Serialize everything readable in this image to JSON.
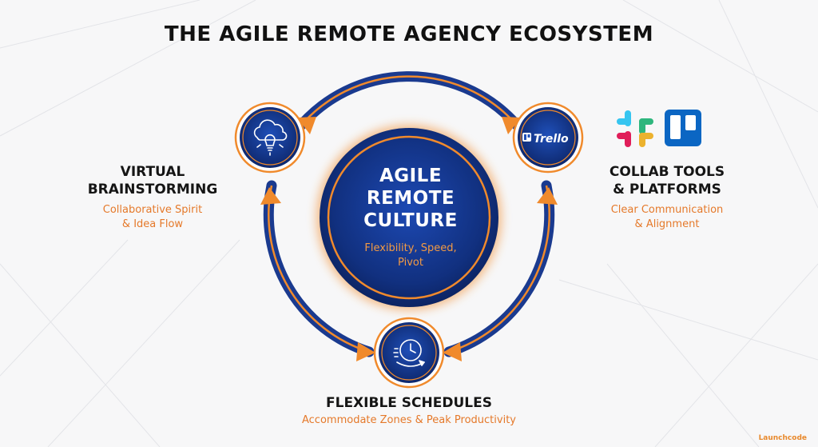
{
  "title": "THE AGILE REMOTE AGENCY ECOSYSTEM",
  "center": {
    "lines": [
      "AGILE",
      "REMOTE",
      "CULTURE"
    ],
    "subtitle": "Flexibility, Speed, Pivot"
  },
  "nodes": {
    "left": {
      "heading_lines": [
        "VIRTUAL",
        "BRAINSTORMING"
      ],
      "sub_lines": [
        "Collaborative Spirit",
        "& Idea Flow"
      ],
      "icon": "cloud-lightbulb-icon"
    },
    "right": {
      "heading_lines": [
        "COLLAB TOOLS",
        "& PLATFORMS"
      ],
      "sub_lines": [
        "Clear Communication",
        "& Alignment"
      ],
      "icon": "trello-logo-icon",
      "icon_text": "Trello",
      "logos": [
        "slack-logo-icon",
        "trello-board-icon"
      ]
    },
    "bottom": {
      "heading": "FLEXIBLE SCHEDULES",
      "sub": "Accommodate Zones & Peak Productivity",
      "icon": "clock-cycle-icon"
    }
  },
  "brand": "Launchcode",
  "colors": {
    "navy": "#0f2b7a",
    "navy_dark": "#0b1f5c",
    "orange": "#f08a2c",
    "orange_text": "#e5792a",
    "slack_blue": "#36c5f0",
    "slack_green": "#2eb67d",
    "slack_yellow": "#ecb22e",
    "slack_red": "#e01e5a",
    "trello_blue": "#0b66c3"
  }
}
